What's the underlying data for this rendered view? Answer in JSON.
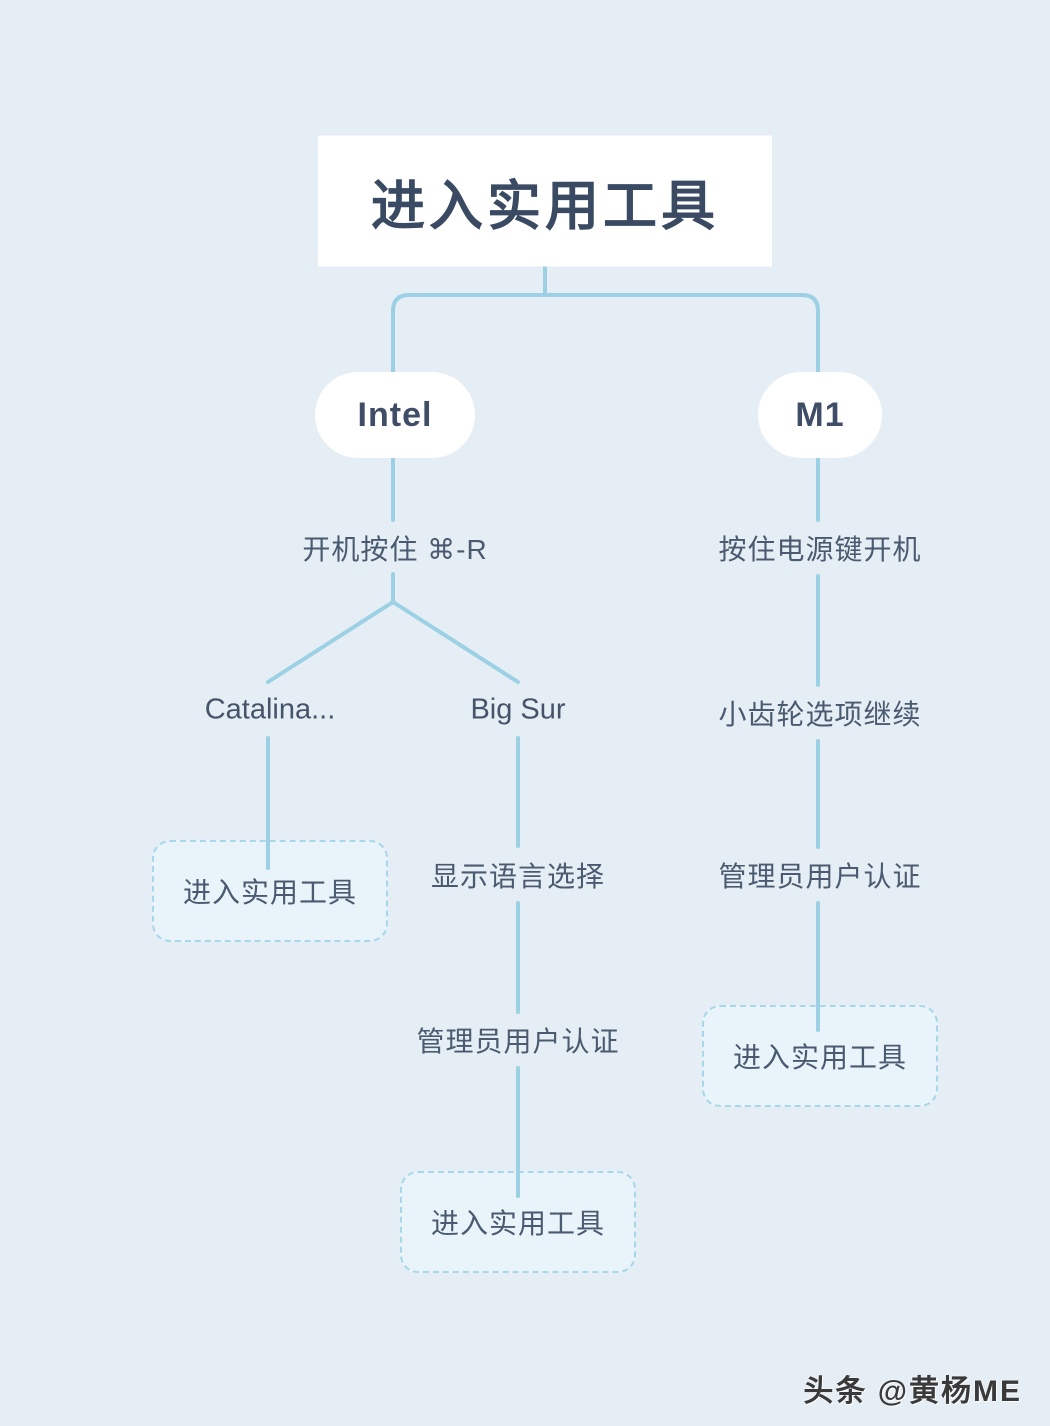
{
  "title": "进入实用工具",
  "branches": {
    "intel": {
      "label": "Intel",
      "step1": "开机按住 ⌘-R",
      "children": {
        "catalina": {
          "label": "Catalina...",
          "result": "进入实用工具"
        },
        "bigsur": {
          "label": "Big Sur",
          "step1": "显示语言选择",
          "step2": "管理员用户认证",
          "result": "进入实用工具"
        }
      }
    },
    "m1": {
      "label": "M1",
      "step1": "按住电源键开机",
      "step2": "小齿轮选项继续",
      "step3": "管理员用户认证",
      "result": "进入实用工具"
    }
  },
  "watermark": "头条 @黄杨ME",
  "colors": {
    "background": "#e5eef4",
    "connector": "#9cd0e4",
    "node_fill": "#ffffff",
    "dashed_border": "#a8d7ea",
    "dashed_fill": "#e9f3fa",
    "text": "#4a5a70",
    "title_text": "#3a4a63"
  }
}
